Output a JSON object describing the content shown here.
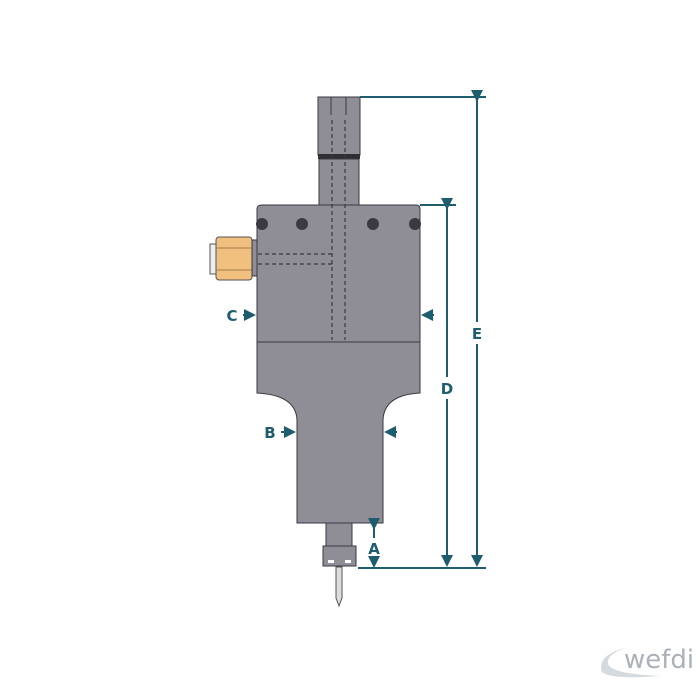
{
  "diagram": {
    "labels": {
      "a": "A",
      "b": "B",
      "c": "C",
      "d": "D",
      "e": "E"
    },
    "colors": {
      "body": "#8f8e97",
      "dimension": "#1d5d6e",
      "fitting": "#f2c07e",
      "holes": "#3a3a40"
    },
    "logo": "wefdi"
  }
}
